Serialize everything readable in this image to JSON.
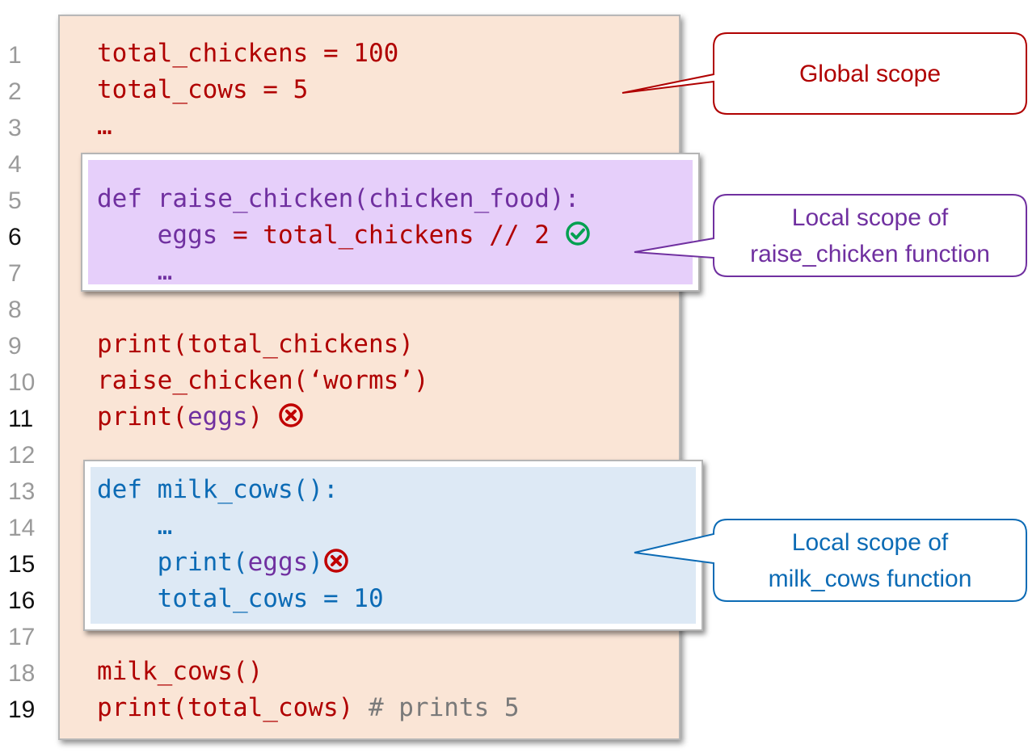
{
  "line_numbers": [
    "1",
    "2",
    "3",
    "4",
    "5",
    "6",
    "7",
    "8",
    "9",
    "10",
    "11",
    "12",
    "13",
    "14",
    "15",
    "16",
    "17",
    "18",
    "19"
  ],
  "code": {
    "l1": "total_chickens = 100",
    "l2": "total_cows = 5",
    "l3": "…",
    "l5": "def raise_chicken(chicken_food):",
    "l6_indent": "    ",
    "l6_var": "eggs",
    "l6_rest": " = total_chickens // 2",
    "l7": "    …",
    "l9": "print(total_chickens)",
    "l10": "raise_chicken(‘worms’)",
    "l11_a": "print(",
    "l11_b": "eggs",
    "l11_c": ")",
    "l13": "def milk_cows():",
    "l14": "    …",
    "l15_indent": "    ",
    "l15_a": "print(",
    "l15_b": "eggs",
    "l15_c": ")",
    "l16": "    total_cows = 10",
    "l18": "milk_cows()",
    "l19": "print(total_cows)",
    "l19_comment": " # prints 5"
  },
  "callouts": {
    "global": "Global scope",
    "chicken_line1": "Local scope of",
    "chicken_line2": "raise_chicken function",
    "cows_line1": "Local scope of",
    "cows_line2": "milk_cows function"
  },
  "colors": {
    "global_code": "#b00000",
    "chicken_scope": "#7030a0",
    "cows_scope": "#0c6bb5",
    "comment": "#7a7a7a",
    "ok_mark": "#00a050",
    "error_mark": "#c00000"
  },
  "icons": [
    "check-circle-icon",
    "error-x-circle-icon"
  ]
}
